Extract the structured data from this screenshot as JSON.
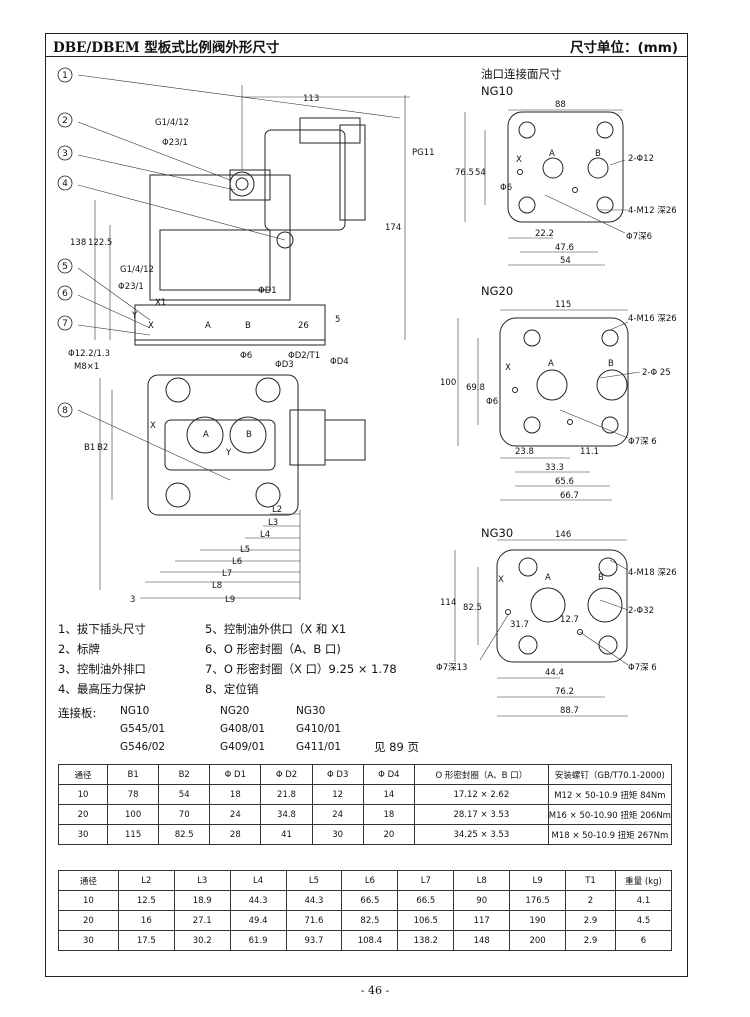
{
  "header": {
    "title": "DBE/DBEM 型板式比例阀外形尺寸",
    "unit": "尺寸单位：(mm)"
  },
  "drawing": {
    "callouts": [
      "1",
      "2",
      "3",
      "4",
      "5",
      "6",
      "7",
      "8"
    ],
    "top_dims": [
      "113",
      "G1/4/12",
      "Φ23/1",
      "PG11",
      "174",
      "138",
      "122.5",
      "G1/4/12",
      "Φ23/1",
      "X1",
      "ΦD1",
      "26",
      "5",
      "A",
      "B",
      "X",
      "Y",
      "Φ12.2/1.3",
      "M8×1",
      "Φ6",
      "ΦD2/T1",
      "ΦD3",
      "ΦD4"
    ],
    "plan_dims": [
      "B1",
      "B2",
      "A",
      "B",
      "X",
      "Y",
      "L2",
      "L3",
      "L4",
      "L5",
      "L6",
      "L7",
      "L8",
      "L9",
      "3"
    ]
  },
  "ng10": {
    "title": "油口连接面尺寸",
    "name": "NG10",
    "dims": [
      "88",
      "76.5",
      "54",
      "X",
      "A",
      "B",
      "Φ6",
      "2-Φ12",
      "4-M12 深26",
      "22.2",
      "47.6",
      "54",
      "Φ7深6"
    ]
  },
  "ng20": {
    "name": "NG20",
    "dims": [
      "115",
      "4-M16 深26",
      "100",
      "69.8",
      "X",
      "A",
      "B",
      "Φ6",
      "2-Φ 25",
      "23.8",
      "11.1",
      "Φ7深 6",
      "33.3",
      "65.6",
      "66.7"
    ]
  },
  "ng30": {
    "name": "NG30",
    "dims": [
      "146",
      "4-M18 深26",
      "114",
      "82.5",
      "X",
      "A",
      "B",
      "2-Φ32",
      "12.7",
      "31.7",
      "Φ7深13",
      "Φ7深 6",
      "44.4",
      "76.2",
      "88.7"
    ]
  },
  "legend": {
    "col1": [
      "1、拔下插头尺寸",
      "2、标牌",
      "3、控制油外排口",
      "4、最高压力保护"
    ],
    "col2": [
      "5、控制油外供口（X 和 X1",
      "6、O 形密封圈（A、B 口)",
      "7、O 形密封圈（X 口）9.25 × 1.78",
      "8、定位销"
    ]
  },
  "connection": {
    "label": "连接板:",
    "headers": [
      "NG10",
      "NG20",
      "NG30"
    ],
    "row1": [
      "G545/01",
      "G408/01",
      "G410/01"
    ],
    "row2": [
      "G546/02",
      "G409/01",
      "G411/01"
    ],
    "note": "见 89 页"
  },
  "table1": {
    "headers": [
      "通径",
      "B1",
      "B2",
      "Φ D1",
      "Φ D2",
      "Φ D3",
      "Φ D4",
      "O 形密封圈（A、B 口）",
      "安装螺钉（GB/T70.1-2000)"
    ],
    "rows": [
      [
        "10",
        "78",
        "54",
        "18",
        "21.8",
        "12",
        "14",
        "17.12 × 2.62",
        "M12 × 50-10.9 扭矩 84Nm"
      ],
      [
        "20",
        "100",
        "70",
        "24",
        "34.8",
        "24",
        "18",
        "28.17 × 3.53",
        "M16 × 50-10.90 扭矩 206Nm"
      ],
      [
        "30",
        "115",
        "82.5",
        "28",
        "41",
        "30",
        "20",
        "34.25 × 3.53",
        "M18 × 50-10.9 扭矩 267Nm"
      ]
    ]
  },
  "table2": {
    "headers": [
      "通径",
      "L2",
      "L3",
      "L4",
      "L5",
      "L6",
      "L7",
      "L8",
      "L9",
      "T1",
      "重量 (kg)"
    ],
    "rows": [
      [
        "10",
        "12.5",
        "18.9",
        "44.3",
        "44.3",
        "66.5",
        "66.5",
        "90",
        "176.5",
        "2",
        "4.1"
      ],
      [
        "20",
        "16",
        "27.1",
        "49.4",
        "71.6",
        "82.5",
        "106.5",
        "117",
        "190",
        "2.9",
        "4.5"
      ],
      [
        "30",
        "17.5",
        "30.2",
        "61.9",
        "93.7",
        "108.4",
        "138.2",
        "148",
        "200",
        "2.9",
        "6"
      ]
    ]
  },
  "page_number": "- 46 -"
}
